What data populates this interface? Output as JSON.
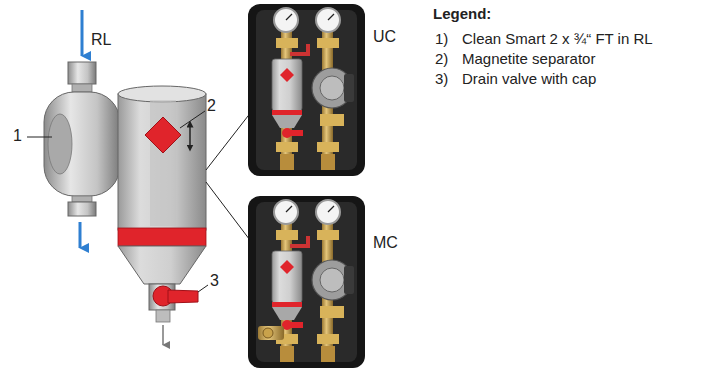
{
  "diagram": {
    "labels": [
      "RL",
      "1",
      "2",
      "3",
      "UC",
      "MC",
      "Legend:",
      "1)",
      "Clean Smart 2 x ¾“ FT in RL",
      "2)",
      "Magnetite separator",
      "3)",
      "Drain valve with cap"
    ]
  }
}
